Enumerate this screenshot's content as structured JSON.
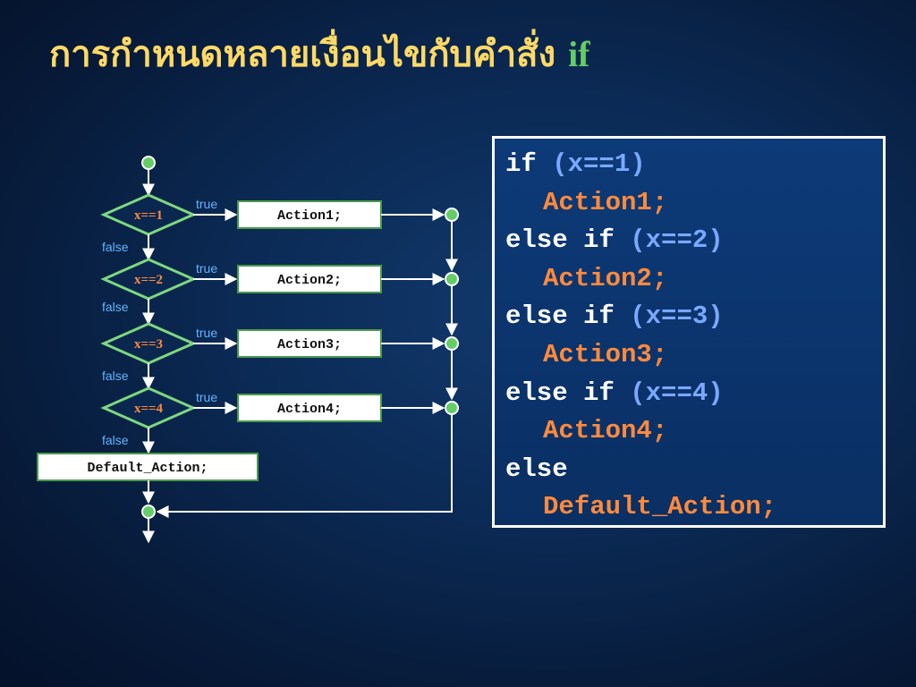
{
  "title": {
    "text": "การกำหนดหลายเงื่อนไขกับคำสั่ง",
    "keyword": "if"
  },
  "flowchart": {
    "conditions": [
      "x==1",
      "x==2",
      "x==3",
      "x==4"
    ],
    "actions": [
      "Action1;",
      "Action2;",
      "Action3;",
      "Action4;"
    ],
    "true_label": "true",
    "false_label": "false",
    "default_action": "Default_Action;"
  },
  "code": [
    {
      "kw": "if ",
      "cond": "(x==1)"
    },
    {
      "act": "Action1;"
    },
    {
      "kw": "else if ",
      "cond": "(x==2)"
    },
    {
      "act": "Action2;"
    },
    {
      "kw": "else if ",
      "cond": "(x==3)"
    },
    {
      "act": "Action3;"
    },
    {
      "kw": "else if ",
      "cond": "(x==4)"
    },
    {
      "act": "Action4;"
    },
    {
      "kw": "else"
    },
    {
      "act": "Default_Action;"
    }
  ],
  "colors": {
    "title": "#ffd966",
    "keyword": "#66cc66",
    "condition": "#ff8a3d",
    "edge_label": "#66b3ff",
    "connector": "#66cc66",
    "code_condition": "#7aa8ff"
  }
}
